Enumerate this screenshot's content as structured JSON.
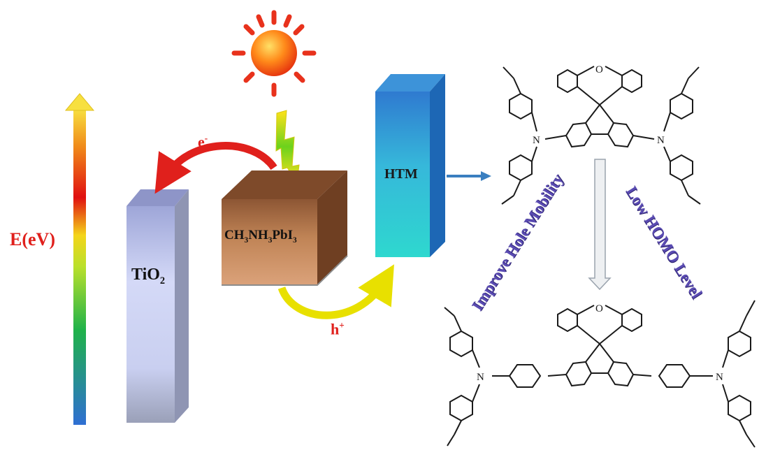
{
  "labels": {
    "energy_axis": "E(eV)",
    "electron": "e",
    "electron_sup": "-",
    "hole": "h",
    "hole_sup": "+",
    "htm": "HTM",
    "tio2_base": "TiO",
    "tio2_sub": "2",
    "perovskite": {
      "p1": "CH",
      "s1": "3",
      "p2": "NH",
      "s2": "3",
      "p3": "PbI",
      "s3": "3"
    },
    "improve_mobility": "Improve Hole Mobility",
    "low_homo": "Low HOMO Level"
  },
  "colors": {
    "label_red": "#e0201c",
    "arrow_red": "#e0201c",
    "arrow_yellow": "#e8e000",
    "annotation_purple": "#5a4bb2",
    "htm_top": "#2e7fd0",
    "htm_bottom": "#2bd6d2",
    "tio2": "#b8bfe6",
    "perovskite": "#b0764a"
  },
  "icons": {
    "sun": "sun-icon",
    "lightning": "lightning-icon"
  }
}
